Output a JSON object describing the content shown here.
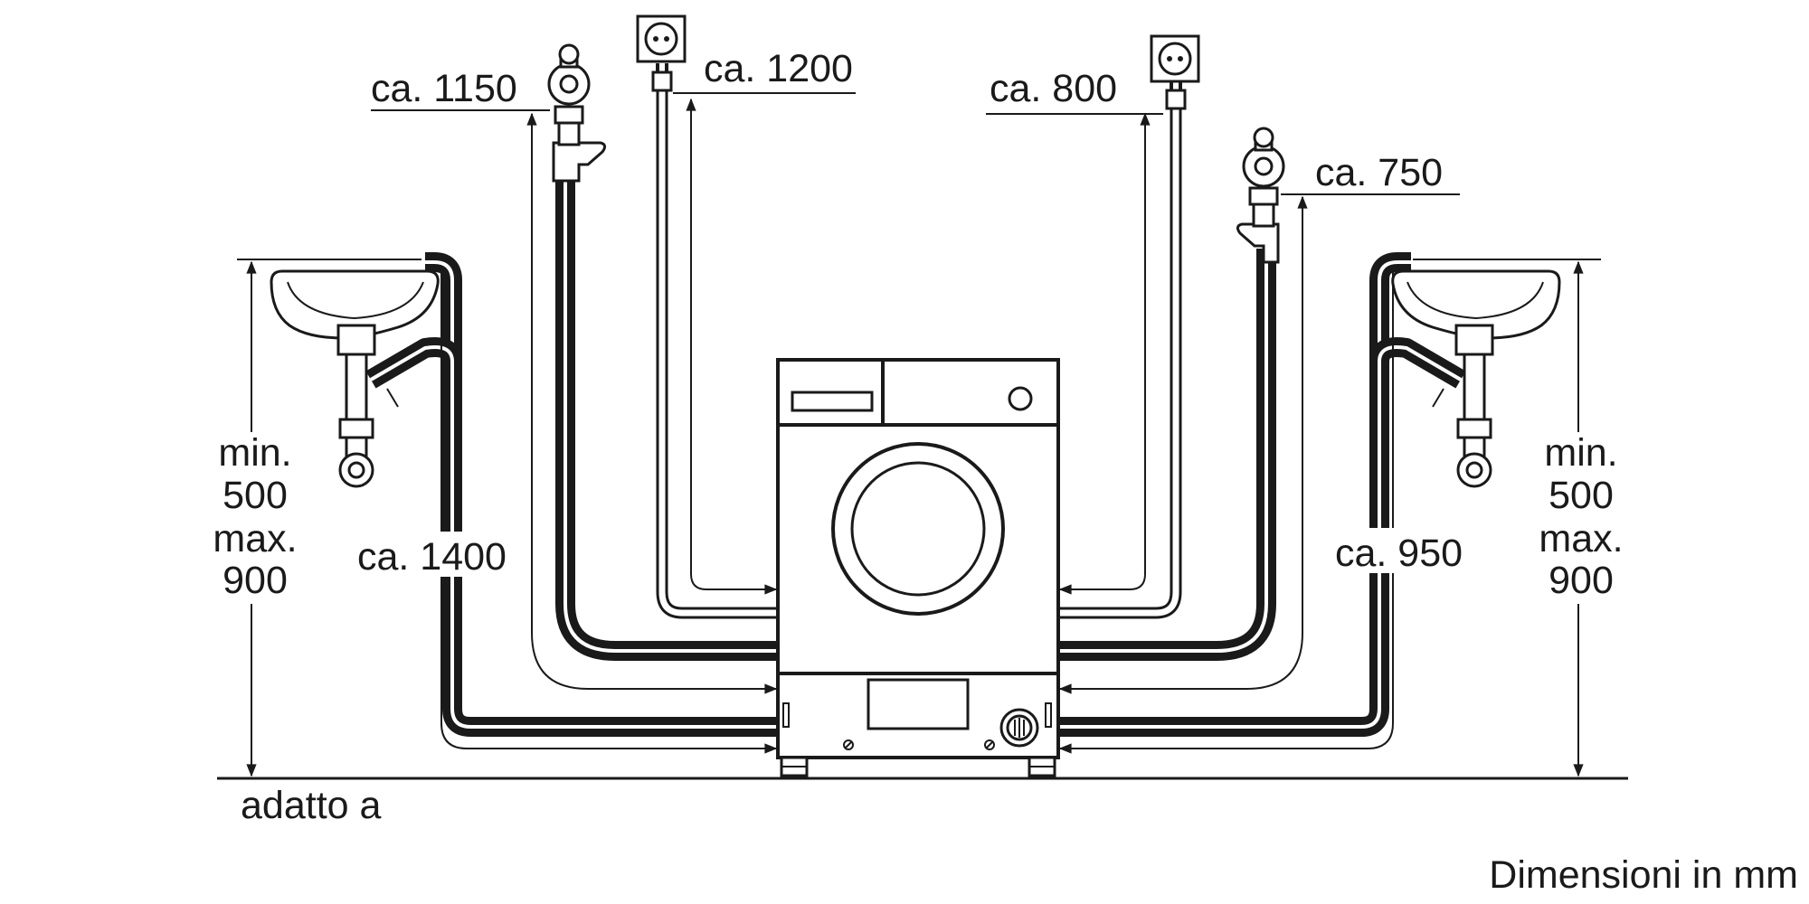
{
  "labels": {
    "left_inlet_length": "ca. 1150",
    "left_cable_length": "ca. 1200",
    "right_cable_length": "ca. 800",
    "right_inlet_length": "ca. 750",
    "left_drain_length": "ca. 1400",
    "right_drain_length": "ca. 950",
    "left_height_min": "min.",
    "left_height_min_value": "500",
    "left_height_max": "max.",
    "left_height_max_value": "900",
    "right_height_min": "min.",
    "right_height_min_value": "500",
    "right_height_max": "max.",
    "right_height_max_value": "900",
    "floor_note": "adatto a",
    "units_note": "Dimensioni in mm"
  }
}
